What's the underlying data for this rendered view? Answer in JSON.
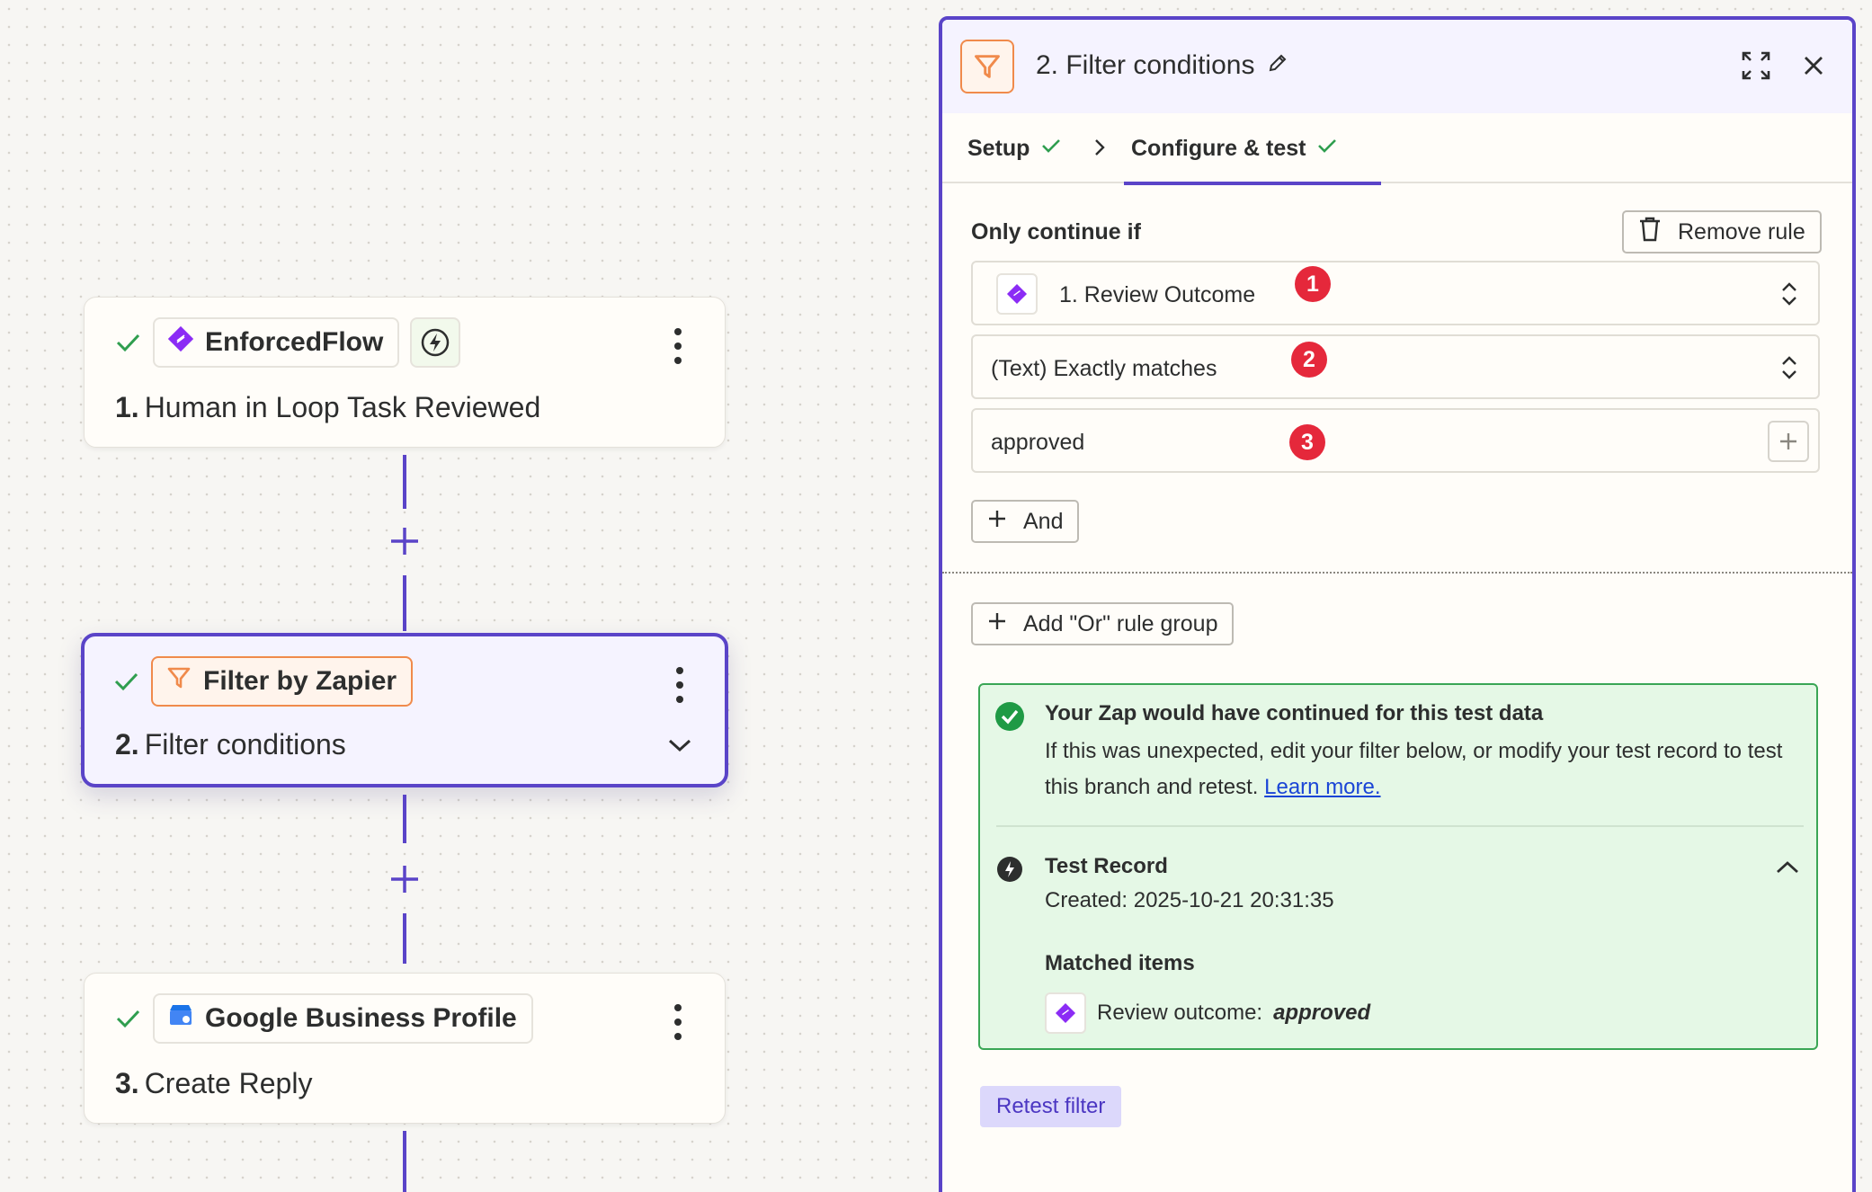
{
  "canvas": {
    "steps": [
      {
        "app": "EnforcedFlow",
        "number": "1.",
        "title": "Human in Loop Task Reviewed"
      },
      {
        "app": "Filter by Zapier",
        "number": "2.",
        "title": "Filter conditions"
      },
      {
        "app": "Google Business Profile",
        "number": "3.",
        "title": "Create Reply"
      }
    ]
  },
  "panel": {
    "title": "2. Filter conditions",
    "tabs": [
      {
        "label": "Setup",
        "done": true
      },
      {
        "label": "Configure & test",
        "done": true
      }
    ],
    "section_label": "Only continue if",
    "remove_rule": "Remove rule",
    "field1_value": "1. Review Outcome",
    "field2_value": "(Text) Exactly matches",
    "field3_value": "approved",
    "badges": [
      "1",
      "2",
      "3"
    ],
    "and_button": "And",
    "or_group_button": "Add \"Or\" rule group",
    "result": {
      "title": "Your Zap would have continued for this test data",
      "body": "If this was unexpected, edit your filter below, or modify your test record to test this branch and retest.",
      "learn_more": "Learn more.",
      "record_title": "Test Record",
      "created": "Created: 2025-10-21 20:31:35",
      "matched_label": "Matched items",
      "matched_key": "Review outcome:",
      "matched_value": "approved"
    },
    "retest_button": "Retest filter"
  },
  "colors": {
    "accent": "#5a44c8",
    "filter_orange": "#f08a4b",
    "success_green": "#3aa655",
    "badge_red": "#e5283b",
    "enforcedflow_purple": "#8b2cf5"
  }
}
